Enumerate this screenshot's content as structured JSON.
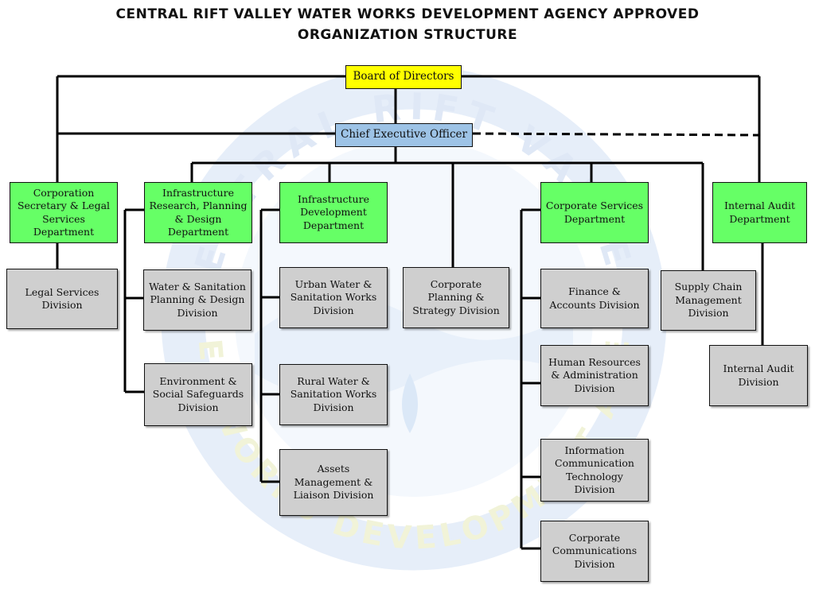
{
  "title": {
    "line1": "CENTRAL RIFT VALLEY WATER WORKS DEVELOPMENT AGENCY APPROVED",
    "line2": "ORGANIZATION STRUCTURE"
  },
  "watermark": {
    "top_text": "CENTRAL RIFT VALLEY",
    "bottom_text": "WATER WORKS DEVELOPMENT AGENCY"
  },
  "board": {
    "label": "Board of Directors",
    "color": "#ffff00"
  },
  "ceo": {
    "label": "Chief Executive Officer",
    "color": "#9dc3e6"
  },
  "departments": {
    "corp_secretary": "Corporation Secretary & Legal Services Department",
    "infra_research": "Infrastructure Research, Planning & Design Department",
    "infra_development": "Infrastructure Development Department",
    "corporate_services": "Corporate Services Department",
    "internal_audit": "Internal Audit Department"
  },
  "divisions": {
    "legal_services": "Legal Services Division",
    "water_sanitation_planning": "Water & Sanitation Planning & Design Division",
    "environment_social": "Environment & Social Safeguards Division",
    "urban_water": "Urban Water & Sanitation Works Division",
    "rural_water": "Rural Water & Sanitation Works Division",
    "assets_management": "Assets Management & Liaison Division",
    "corporate_planning": "Corporate Planning & Strategy Division",
    "finance_accounts": "Finance & Accounts Division",
    "human_resources": "Human Resources & Administration Division",
    "ict": "Information Communication Technology Division",
    "corporate_communications": "Corporate Communications Division",
    "supply_chain": "Supply Chain Management Division",
    "internal_audit": "Internal Audit Division"
  },
  "colors": {
    "department": "#66ff66",
    "division": "#cfcfcf",
    "line": "#000000"
  }
}
